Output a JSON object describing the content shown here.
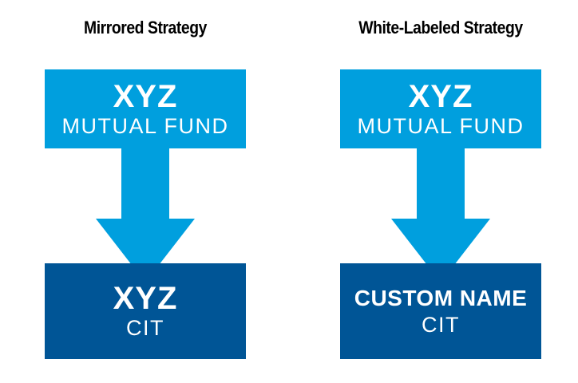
{
  "colors": {
    "top_box": "#009fde",
    "arrow": "#009fde",
    "bottom_box": "#005596",
    "text_on_box": "#ffffff",
    "title": "#000000"
  },
  "left": {
    "title": "Mirrored Strategy",
    "source": {
      "name": "XYZ",
      "type": "MUTUAL FUND"
    },
    "target": {
      "name": "XYZ",
      "type": "CIT"
    }
  },
  "right": {
    "title": "White-Labeled Strategy",
    "source": {
      "name": "XYZ",
      "type": "MUTUAL FUND"
    },
    "target": {
      "name": "CUSTOM NAME",
      "type": "CIT"
    }
  }
}
